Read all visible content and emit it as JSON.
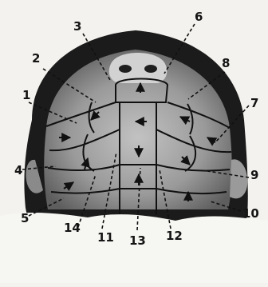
{
  "labels": {
    "l1": "1",
    "l2": "2",
    "l3": "3",
    "l4": "4",
    "l5": "5",
    "l6": "6",
    "l7": "7",
    "l8": "8",
    "l9": "9",
    "l10": "10",
    "l11": "11",
    "l12": "12",
    "l13": "13",
    "l14": "14"
  },
  "colors": {
    "background": "#f4f2ee",
    "hair": "#1b1b1b",
    "skin": "#8e8e8e",
    "skin_light": "#bdbdbd",
    "collar": "#f6f6f2",
    "ink": "#141414"
  }
}
